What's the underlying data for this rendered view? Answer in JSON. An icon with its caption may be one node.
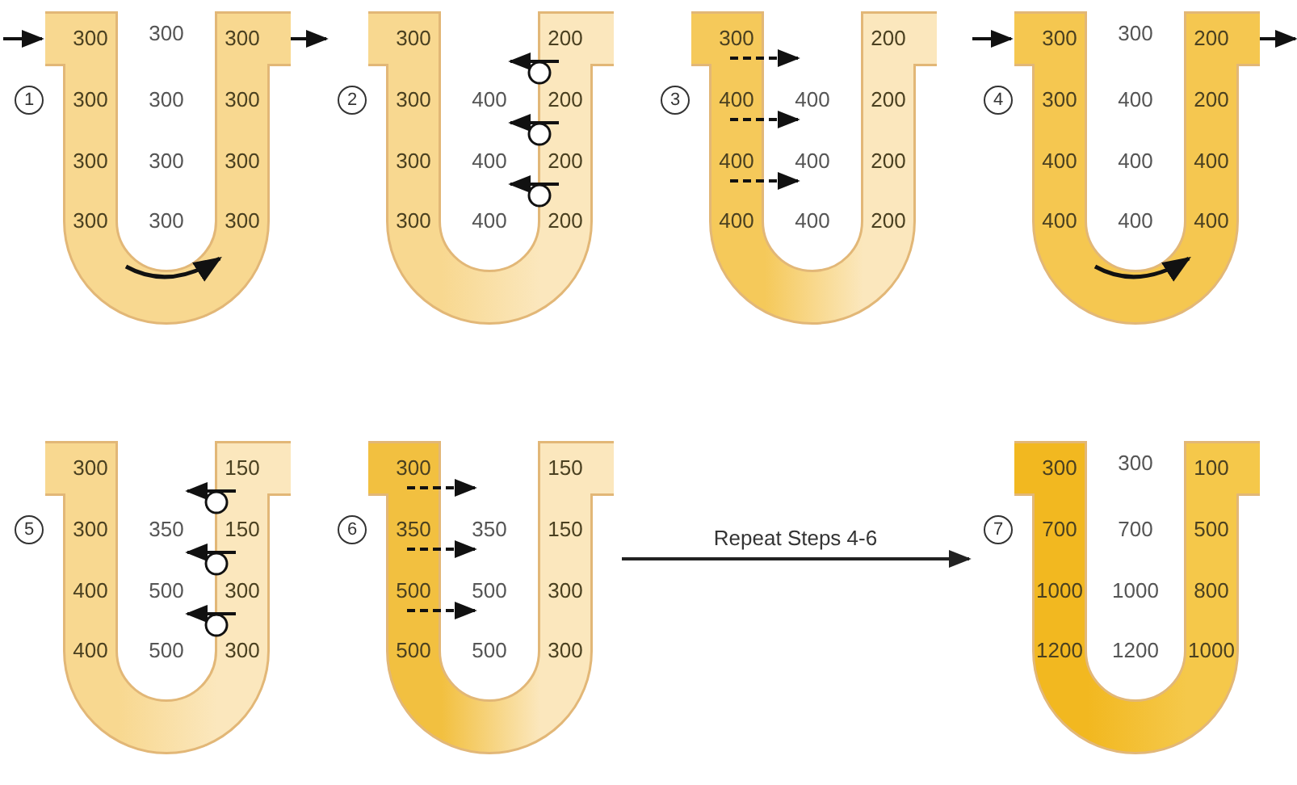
{
  "diagram": {
    "nodes": [
      {
        "text": [
          "1",
          "300",
          "300",
          "300",
          "300",
          "300",
          "300",
          "300",
          "300",
          "300",
          "300",
          "300",
          "300"
        ]
      },
      {
        "text": [
          "2",
          "300",
          "200",
          "300",
          "400",
          "200",
          "300",
          "400",
          "200",
          "300",
          "400",
          "200"
        ]
      },
      {
        "text": [
          "3",
          "300",
          "200",
          "400",
          "400",
          "200",
          "400",
          "400",
          "200",
          "400",
          "400",
          "200"
        ]
      },
      {
        "text": [
          "4",
          "300",
          "300",
          "200",
          "300",
          "400",
          "200",
          "400",
          "400",
          "400",
          "400",
          "400",
          "400"
        ]
      },
      {
        "text": [
          "5",
          "300",
          "150",
          "300",
          "350",
          "150",
          "400",
          "500",
          "300",
          "400",
          "500",
          "300"
        ]
      },
      {
        "text": [
          "6",
          "300",
          "150",
          "350",
          "350",
          "150",
          "500",
          "500",
          "300",
          "500",
          "500",
          "300"
        ]
      },
      {
        "text": [
          "7",
          "300",
          "300",
          "100",
          "700",
          "700",
          "500",
          "1000",
          "1000",
          "800",
          "1200",
          "1200",
          "1000"
        ]
      }
    ],
    "edges": [
      {
        "from": 5,
        "to": 6,
        "arrow": "to",
        "label": "Repeat Steps 4-6"
      }
    ]
  }
}
